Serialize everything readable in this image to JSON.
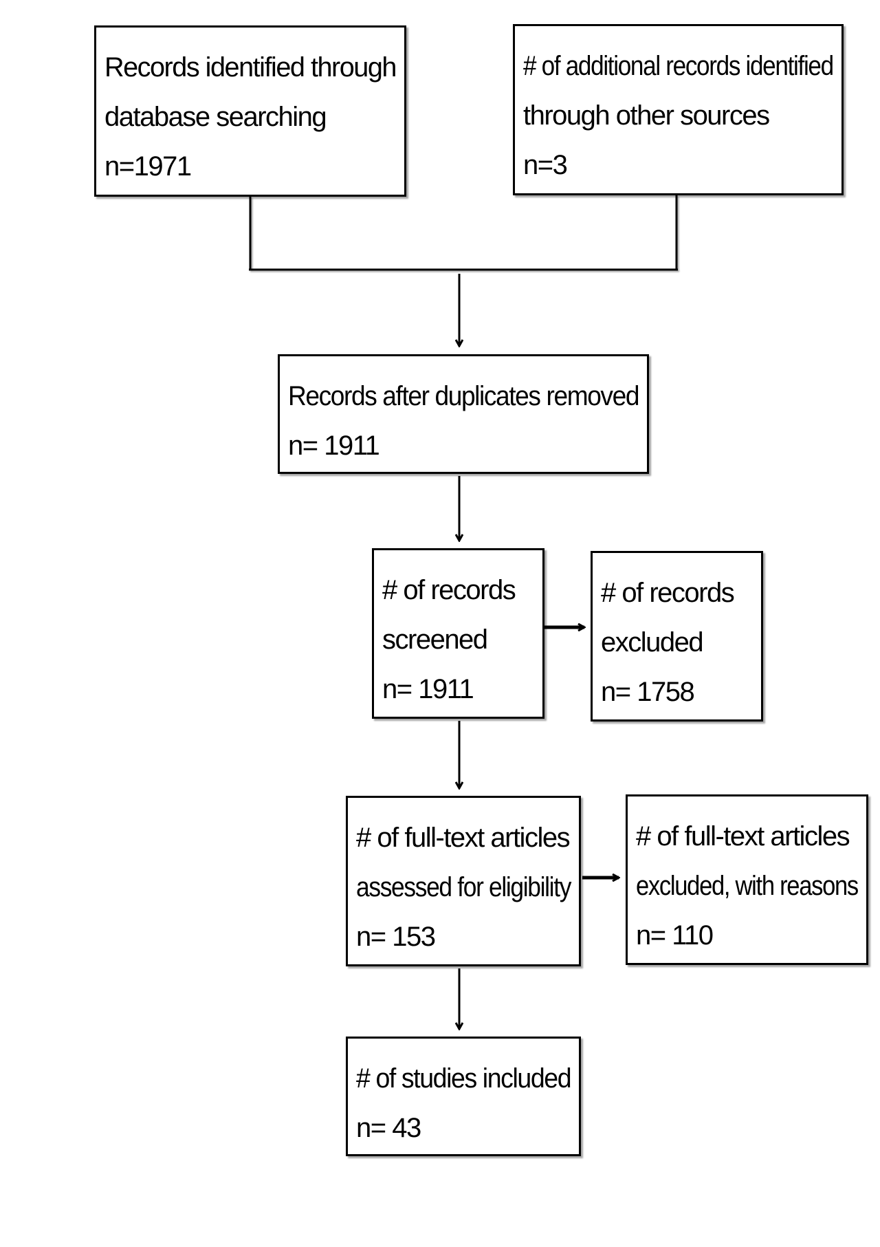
{
  "boxes": {
    "database_search": {
      "lines": [
        "Records identified through",
        "database searching",
        "n=1971"
      ]
    },
    "other_sources": {
      "lines": [
        "# of additional records identified",
        "through other sources",
        "n=3"
      ]
    },
    "after_duplicates": {
      "lines": [
        "Records after duplicates removed",
        "n= 1911"
      ]
    },
    "screened": {
      "lines": [
        "# of records",
        "screened",
        "n= 1911"
      ]
    },
    "excluded": {
      "lines": [
        "# of records",
        "excluded",
        "n= 1758"
      ]
    },
    "full_text": {
      "lines": [
        "# of full-text articles",
        "assessed for eligibility",
        "n= 153"
      ]
    },
    "full_text_excluded": {
      "lines": [
        "# of full-text articles",
        "excluded, with reasons",
        "n= 110"
      ]
    },
    "included": {
      "lines": [
        "# of studies included",
        "n= 43"
      ]
    }
  },
  "colors": {
    "stroke": "#000000",
    "background": "#ffffff"
  }
}
